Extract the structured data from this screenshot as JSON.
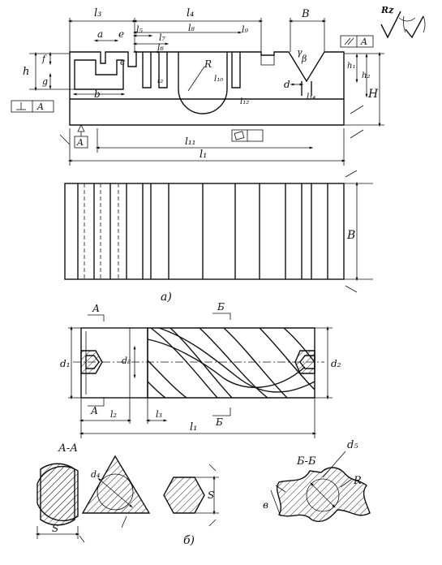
{
  "labels": {
    "rz": "Rz",
    "l3_top": "l₃",
    "l4": "l₄",
    "B_top": "B",
    "a": "a",
    "e": "e",
    "l5": "l₅",
    "l7": "l₇",
    "l6": "l₆",
    "l8": "l₈",
    "l9": "l₉",
    "l2": "l₂",
    "h": "h",
    "f": "f",
    "c": "c",
    "g": "g",
    "b": "b",
    "R_top": "R",
    "l10": "l₁₀",
    "l12": "l₁₂",
    "gamma": "γ",
    "beta": "β",
    "d_small": "d",
    "l14": "l₁₄",
    "h1": "h₁",
    "h2": "h₂",
    "H": "H",
    "A_datum": "A",
    "A_perp": "A",
    "A_par": "A",
    "l11": "l₁₁",
    "l1_top": "l₁",
    "B_side": "B",
    "caption_a": "а)",
    "A_sec_top": "А",
    "B_sec_top": "Б",
    "A_sec_bot": "А",
    "B_sec_bot": "Б",
    "d1": "d₁",
    "d3": "d₃",
    "d2": "d₂",
    "l2_mid": "l₂",
    "l3_mid": "l₃",
    "l1_mid": "l₁",
    "AA": "А-А",
    "S1": "S",
    "d4": "d₄",
    "S2": "S",
    "BB": "Б-Б",
    "d5": "d₅",
    "R_bot": "R",
    "b_bot": "в",
    "caption_b": "б)"
  }
}
